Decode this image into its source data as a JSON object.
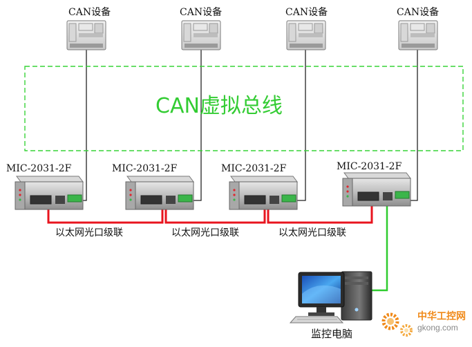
{
  "can_devices": [
    {
      "label": "CAN设备"
    },
    {
      "label": "CAN设备"
    },
    {
      "label": "CAN设备"
    },
    {
      "label": "CAN设备"
    }
  ],
  "virtual_bus": {
    "label": "CAN虚拟总线"
  },
  "converters": [
    {
      "model": "MIC-2031-2F"
    },
    {
      "model": "MIC-2031-2F"
    },
    {
      "model": "MIC-2031-2F"
    },
    {
      "model": "MIC-2031-2F"
    }
  ],
  "links": [
    {
      "label": "以太网光口级联"
    },
    {
      "label": "以太网光口级联"
    },
    {
      "label": "以太网光口级联"
    }
  ],
  "monitor_pc": {
    "label": "监控电脑"
  },
  "watermark": {
    "site_cn": "中华工控网",
    "site_en": "gkong.com"
  },
  "colors": {
    "bus_dashed": "#37d337",
    "bus_text": "#33cc33",
    "fiber_link": "#e8141e",
    "ethernet_link": "#2ecc2e",
    "can_wire": "#222222",
    "watermark_orange": "#f08a1a"
  }
}
